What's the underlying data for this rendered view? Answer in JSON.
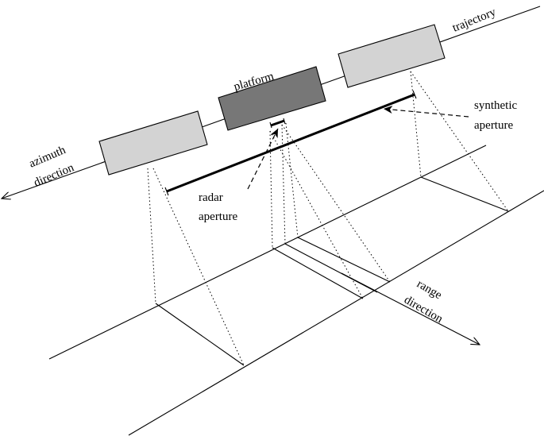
{
  "diagram": {
    "labels": {
      "trajectory": "trajectory",
      "platform": "platform",
      "synthetic": "synthetic",
      "aperture": "aperture",
      "azimuth": "azimuth",
      "direction": "direction",
      "radar": "radar",
      "radar_aperture": "aperture",
      "range": "range",
      "range_direction": "direction"
    },
    "colors": {
      "platform_fill": "#777777",
      "box_fill": "#d3d3d3",
      "line": "#000000"
    }
  }
}
